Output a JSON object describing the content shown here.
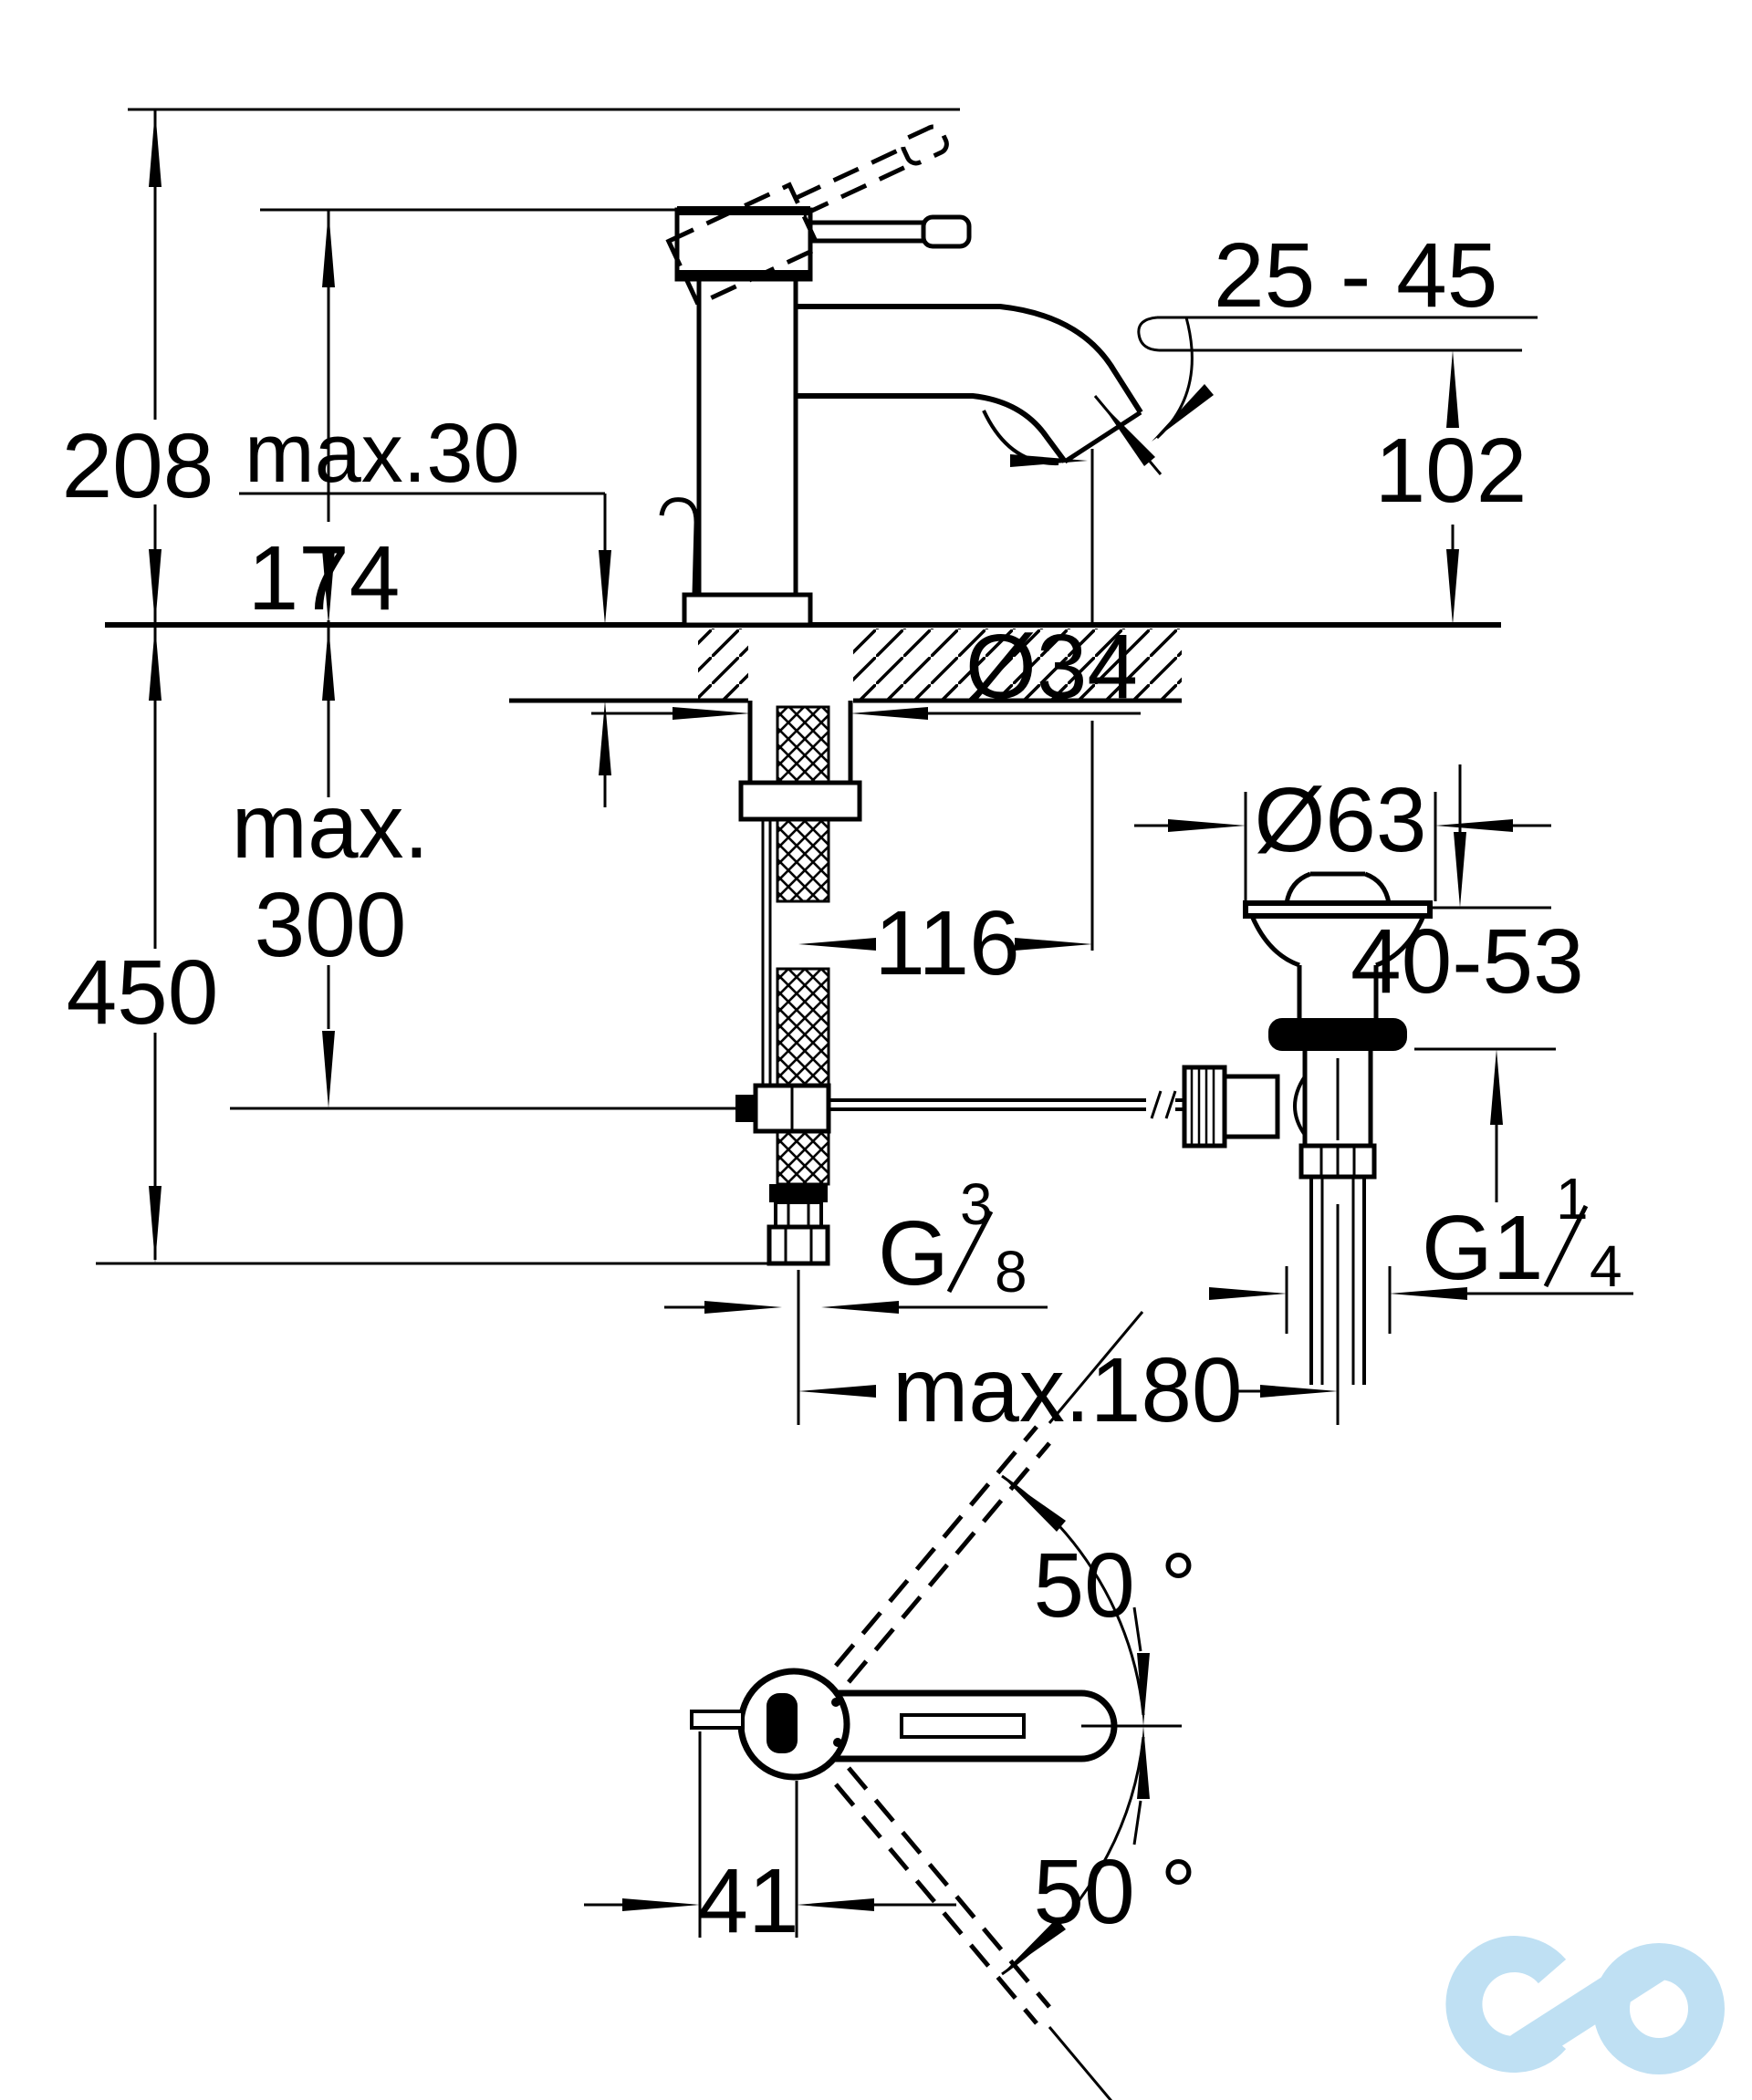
{
  "drawing": {
    "title": "faucet-installation-dimension-drawing",
    "dimensions": {
      "overall_height": "208",
      "spout_top_height": "174",
      "deck_thickness": "max.30",
      "aerator_angle_range": "25 - 45",
      "spout_outlet_height": "102",
      "required_hole_diameter": "Ø34",
      "hose_max_prefix": "max.",
      "hose_max_value": "300",
      "supply_hose_length": "450",
      "spout_reach": "116",
      "drain_flange_diameter": "Ø63",
      "mounting_thickness_range": "40-53",
      "supply_thread": {
        "unit": "G",
        "numerator": "3",
        "denominator": "8"
      },
      "drain_thread": {
        "unit": "G1",
        "numerator": "1",
        "denominator": "4"
      },
      "drain_max_offset": "max.180",
      "handle_swing_upper": "50 °",
      "handle_swing_lower": "50 °",
      "handle_axis_offset": "41"
    },
    "colors": {
      "line": "#000000",
      "watermark": "#bfe0f3"
    }
  }
}
